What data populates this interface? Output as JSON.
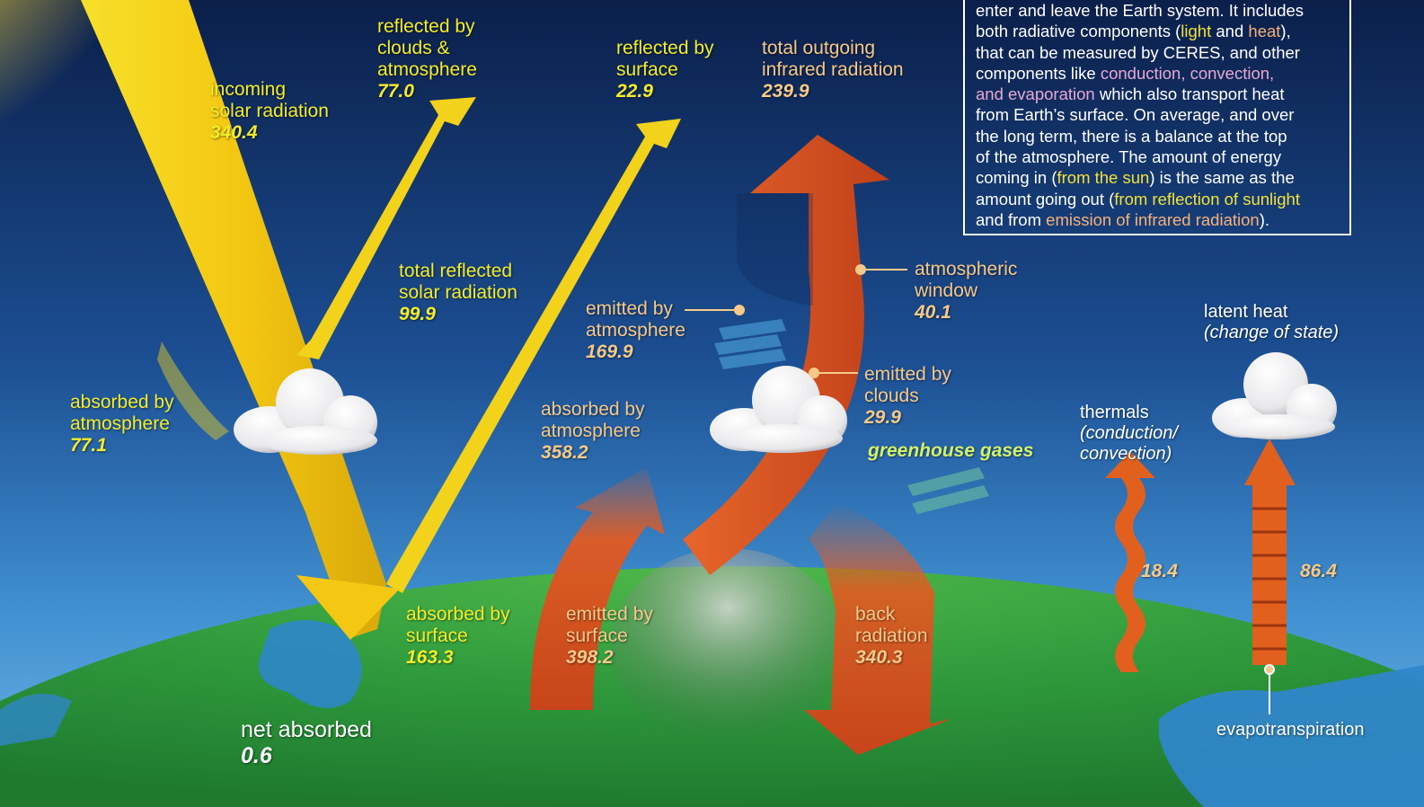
{
  "labels": {
    "incoming": {
      "text": "incoming",
      "text2": "solar radiation",
      "value": "340.4"
    },
    "reflected_clouds": {
      "text": "reflected by",
      "text2": "clouds &",
      "text3": "atmosphere",
      "value": "77.0"
    },
    "reflected_surface": {
      "text": "reflected by",
      "text2": "surface",
      "value": "22.9"
    },
    "total_outgoing": {
      "text": "total outgoing",
      "text2": "infrared radiation",
      "value": "239.9"
    },
    "total_reflected": {
      "text": "total reflected",
      "text2": "solar radiation",
      "value": "99.9"
    },
    "absorbed_atm_solar": {
      "text": "absorbed by",
      "text2": "atmosphere",
      "value": "77.1"
    },
    "emitted_atm": {
      "text": "emitted by",
      "text2": "atmosphere",
      "value": "169.9"
    },
    "atm_window": {
      "text": "atmospheric",
      "text2": "window",
      "value": "40.1"
    },
    "emitted_clouds": {
      "text": "emitted by",
      "text2": "clouds",
      "value": "29.9"
    },
    "absorbed_atm_ir": {
      "text": "absorbed by",
      "text2": "atmosphere",
      "value": "358.2"
    },
    "greenhouse": {
      "text": "greenhouse gases"
    },
    "latent_heat": {
      "text": "latent heat",
      "text2": "(change of state)"
    },
    "thermals": {
      "text": "thermals",
      "text2": "(conduction/",
      "text3": "convection)"
    },
    "thermals_value": "18.4",
    "latent_value": "86.4",
    "absorbed_surface": {
      "text": "absorbed by",
      "text2": "surface",
      "value": "163.3"
    },
    "emitted_surface": {
      "text": "emitted by",
      "text2": "surface",
      "value": "398.2"
    },
    "back_radiation": {
      "text": "back",
      "text2": "radiation",
      "value": "340.3"
    },
    "net_absorbed": {
      "text": "net absorbed",
      "value": "0.6"
    },
    "evapotranspiration": {
      "text": "evapotranspiration"
    }
  },
  "infobox": {
    "line1": "enter and leave the Earth system. It includes",
    "line2a": "both radiative components (",
    "line2b": "light",
    "line2c": " and ",
    "line2d": "heat",
    "line2e": "),",
    "line3": "that can be measured by CERES, and other",
    "line4a": "components like ",
    "line4b": "conduction",
    "line4c": ", ",
    "line4d": "convection",
    "line4e": ",",
    "line5a": "and evaporation",
    "line5b": " which also transport heat",
    "line6": "from Earth’s surface. On average, and over",
    "line7": "the long term, there is a balance at the top",
    "line8": "of the atmosphere. The amount of energy",
    "line9a": "coming in (",
    "line9b": "from the sun",
    "line9c": ") is the same as the",
    "line10a": "amount going out (",
    "line10b": "from reflection of sunlight",
    "line11a": "and from ",
    "line11b": "emission of infrared radiation",
    "line11c": ")."
  },
  "colors": {
    "sky_top": "#0b1f4a",
    "sky_bottom": "#3f8fd0",
    "solar_yellow": "#f5d40f",
    "infrared_orange": "#d9541c",
    "earth_green": "#2f9a3c",
    "ocean_blue": "#2f86c9"
  }
}
